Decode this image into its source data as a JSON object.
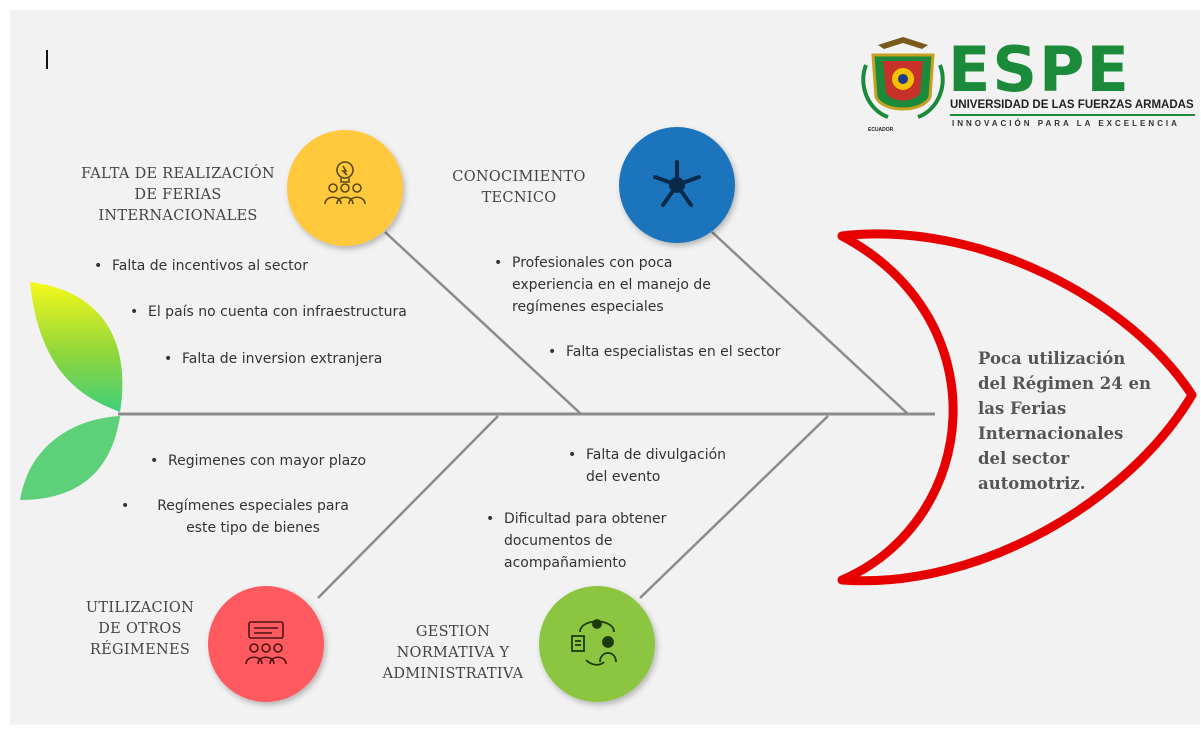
{
  "categories": [
    {
      "id": "ferias",
      "title": "FALTA DE REALIZACIÓN\nDE FERIAS\nINTERNACIONALES",
      "color": "#FFC83D",
      "icon": "lightbulb-team-icon",
      "causes": [
        "Falta de incentivos al sector",
        "El país no cuenta con infraestructura",
        "Falta de inversion extranjera"
      ]
    },
    {
      "id": "conocimiento",
      "title": "CONOCIMIENTO\nTECNICO",
      "color": "#1B75BC",
      "icon": "hands-together-icon",
      "causes": [
        "Profesionales con poca\nexperiencia en el manejo de\nregímenes especiales",
        "Falta especialistas en el sector"
      ]
    },
    {
      "id": "otros",
      "title": "UTILIZACION\nDE OTROS\nRÉGIMENES",
      "color": "#FF5A5F",
      "icon": "presentation-group-icon",
      "causes": [
        "Regimenes con mayor plazo",
        "Regímenes especiales para\neste tipo de bienes"
      ]
    },
    {
      "id": "gestion",
      "title": "GESTION\nNORMATIVA Y\nADMINISTRATIVA",
      "color": "#8CC63F",
      "icon": "workflow-person-icon",
      "causes": [
        "Falta de divulgación\ndel evento",
        "Dificultad para obtener\ndocumentos de\nacompañamiento"
      ]
    }
  ],
  "effect": "Poca utilización\ndel Régimen 24 en\nlas Ferias\nInternacionales\ndel sector\nautomotriz.",
  "colors": {
    "spine": "#8c8c8c",
    "head_outline": "#e60000",
    "tail_top": "#f5f91a",
    "tail_bottom": "#22b573"
  },
  "logo": {
    "name": "ESPE",
    "subtitle": "UNIVERSIDAD DE LAS FUERZAS ARMADAS",
    "tagline": "INNOVACIÓN PARA LA EXCELENCIA",
    "seal_text": "ECUADOR",
    "brand_color": "#1b8a3a"
  }
}
